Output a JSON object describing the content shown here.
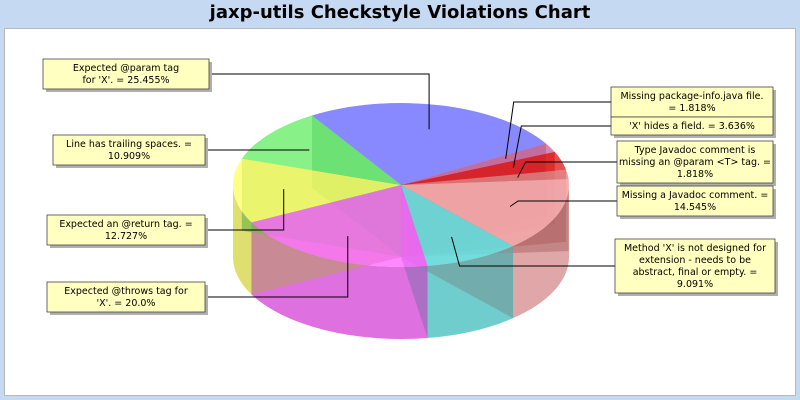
{
  "chart_data": {
    "type": "pie",
    "title": "jaxp-utils Checkstyle Violations Chart",
    "style": "3d",
    "legend": "none",
    "slices": [
      {
        "label": "Expected @param tag for 'X'. = 25.455%",
        "value": 25.455,
        "color": "#6666ff"
      },
      {
        "label": "Missing package-info.java file. = 1.818%",
        "value": 1.818,
        "color": "#cc6699"
      },
      {
        "label": "'X' hides a field. = 3.636%",
        "value": 3.636,
        "color": "#e51c1c"
      },
      {
        "label": "Type Javadoc comment is missing an @param <T> tag. = 1.818%",
        "value": 1.818,
        "color": "#e88080"
      },
      {
        "label": "Missing a Javadoc comment. = 14.545%",
        "value": 14.545,
        "color": "#ffb3b3"
      },
      {
        "label": "Method 'X' is not designed for extension - needs to be abstract, final or empty. = 9.091%",
        "value": 9.091,
        "color": "#66e6e6"
      },
      {
        "label": "Expected @throws tag for 'X'. = 20.0%",
        "value": 20.0,
        "color": "#ff66ff"
      },
      {
        "label": "Expected an @return tag. = 12.727%",
        "value": 12.727,
        "color": "#ffff66"
      },
      {
        "label": "Line has trailing spaces. = 10.909%",
        "value": 10.909,
        "color": "#66ee66"
      }
    ]
  }
}
